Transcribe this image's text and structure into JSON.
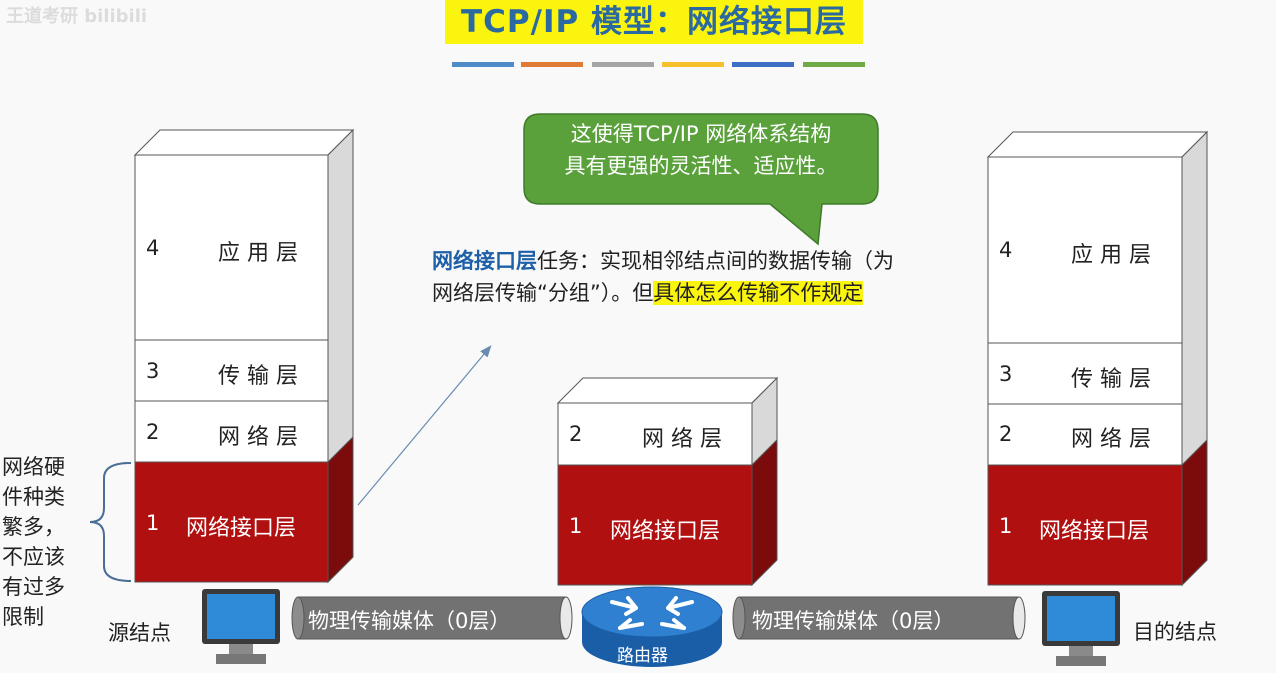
{
  "header": {
    "title": "TCP/IP 模型：网络接口层",
    "watermark": "王道考研 bilibili",
    "color_bars": [
      "#4f8bc9",
      "#e07b35",
      "#a5a5a5",
      "#f5c02b",
      "#3f6fc4",
      "#6faa45"
    ]
  },
  "source_stack": {
    "layers": [
      {
        "num": "4",
        "label": "应 用 层"
      },
      {
        "num": "3",
        "label": "传 输 层"
      },
      {
        "num": "2",
        "label": "网 络 层"
      },
      {
        "num": "1",
        "label": "网络接口层"
      }
    ]
  },
  "router_stack": {
    "layers": [
      {
        "num": "2",
        "label": "网 络 层"
      },
      {
        "num": "1",
        "label": "网络接口层"
      }
    ]
  },
  "dest_stack": {
    "layers": [
      {
        "num": "4",
        "label": "应 用 层"
      },
      {
        "num": "3",
        "label": "传 输 层"
      },
      {
        "num": "2",
        "label": "网 络 层"
      },
      {
        "num": "1",
        "label": "网络接口层"
      }
    ]
  },
  "callout": {
    "line1": "这使得TCP/IP 网络体系结构",
    "line2": "具有更强的灵活性、适应性。"
  },
  "task": {
    "keyword": "网络接口层",
    "part1": "任务：实现相邻结点间的数据传输（为网络层传输“分组”）。但",
    "highlight": "具体怎么传输不作规定"
  },
  "side_note": {
    "text": "网络硬件种类繁多，不应该有过多限制"
  },
  "nodes": {
    "source": "源结点",
    "dest": "目的结点",
    "router": "路由器"
  },
  "media": {
    "left": "物理传输媒体（0层）",
    "right": "物理传输媒体（0层）"
  },
  "colors": {
    "layer_red": "#b01010",
    "callout_green": "#5aa13c",
    "title_yellow": "#fbf40f",
    "keyword_blue": "#1f5fa8",
    "router_blue": "#1f6fbf"
  }
}
